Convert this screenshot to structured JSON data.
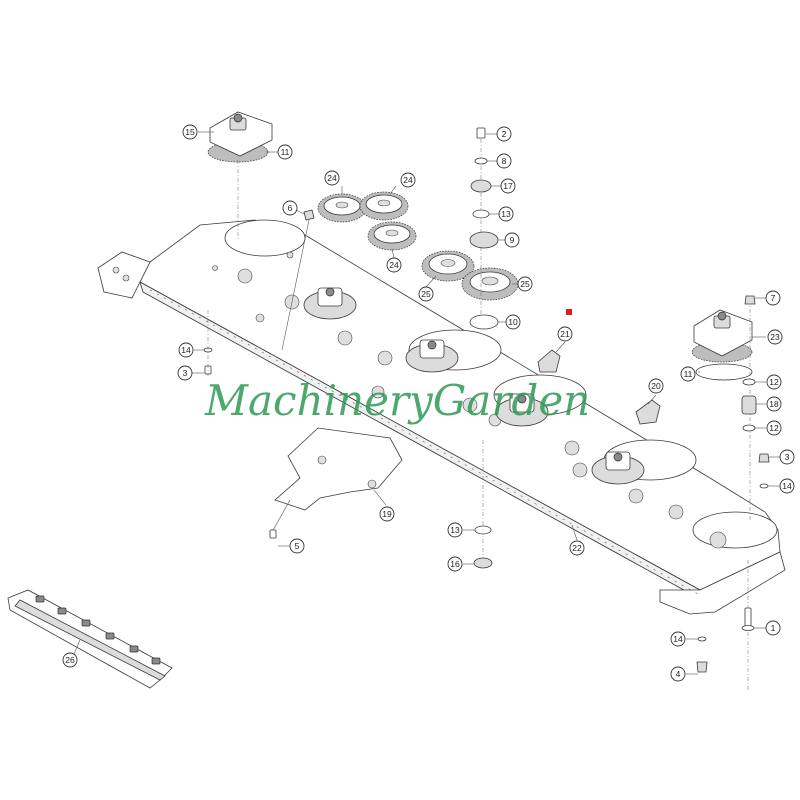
{
  "watermark": "MachineryGarden",
  "accent_colors": {
    "watermark": "#2e9a55",
    "marker": "#d62020"
  },
  "callouts": [
    {
      "id": "c15",
      "label": "15"
    },
    {
      "id": "c11a",
      "label": "11"
    },
    {
      "id": "c2",
      "label": "2"
    },
    {
      "id": "c8",
      "label": "8"
    },
    {
      "id": "c17",
      "label": "17"
    },
    {
      "id": "c13a",
      "label": "13"
    },
    {
      "id": "c9",
      "label": "9"
    },
    {
      "id": "c24a",
      "label": "24"
    },
    {
      "id": "c24b",
      "label": "24"
    },
    {
      "id": "c24c",
      "label": "24"
    },
    {
      "id": "c6",
      "label": "6"
    },
    {
      "id": "c25a",
      "label": "25"
    },
    {
      "id": "c25b",
      "label": "25"
    },
    {
      "id": "c10",
      "label": "10"
    },
    {
      "id": "c21",
      "label": "21"
    },
    {
      "id": "c7",
      "label": "7"
    },
    {
      "id": "c23",
      "label": "23"
    },
    {
      "id": "c11b",
      "label": "11"
    },
    {
      "id": "c12a",
      "label": "12"
    },
    {
      "id": "c18",
      "label": "18"
    },
    {
      "id": "c12b",
      "label": "12"
    },
    {
      "id": "c3a",
      "label": "3"
    },
    {
      "id": "c14a",
      "label": "14"
    },
    {
      "id": "c14b",
      "label": "14"
    },
    {
      "id": "c3b",
      "label": "3"
    },
    {
      "id": "c20",
      "label": "20"
    },
    {
      "id": "c19",
      "label": "19"
    },
    {
      "id": "c5",
      "label": "5"
    },
    {
      "id": "c13b",
      "label": "13"
    },
    {
      "id": "c16",
      "label": "16"
    },
    {
      "id": "c22",
      "label": "22"
    },
    {
      "id": "c1",
      "label": "1"
    },
    {
      "id": "c14c",
      "label": "14"
    },
    {
      "id": "c4",
      "label": "4"
    },
    {
      "id": "c26",
      "label": "26"
    }
  ]
}
